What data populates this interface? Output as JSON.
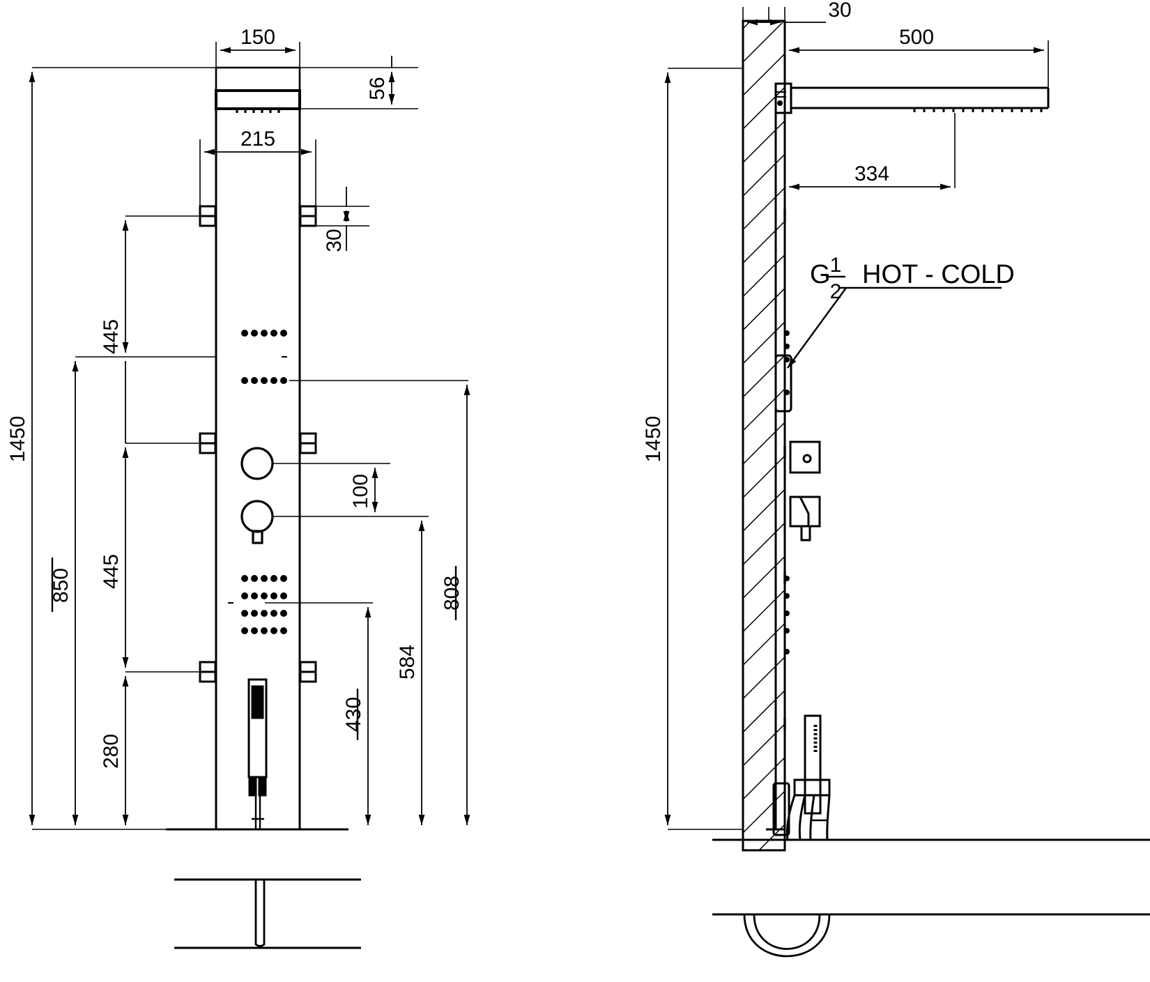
{
  "drawing": {
    "title": "Shower panel technical drawing",
    "units": "mm",
    "views": [
      {
        "name": "front-elevation",
        "label": ""
      },
      {
        "name": "side-section",
        "label": ""
      }
    ],
    "annotations": {
      "connection_label_prefix": "G",
      "connection_fraction_numerator": "1",
      "connection_fraction_denominator": "2",
      "connection_label_suffix": "HOT - COLD"
    },
    "dimensions": {
      "front": {
        "head_width": "150",
        "panel_width": "215",
        "head_height": "56",
        "bracket_offset": "30",
        "overall_height": "1450",
        "upper_445": "445",
        "lower_445": "445",
        "mixer_height": "850",
        "bracket_bottom": "280",
        "jet_spacing": "100",
        "handshower_height": "430",
        "body_jets_height": "584",
        "upper_jets_height": "808"
      },
      "side": {
        "wall_thickness": "30",
        "head_projection": "500",
        "head_center": "334",
        "overall_height": "1450"
      }
    }
  }
}
